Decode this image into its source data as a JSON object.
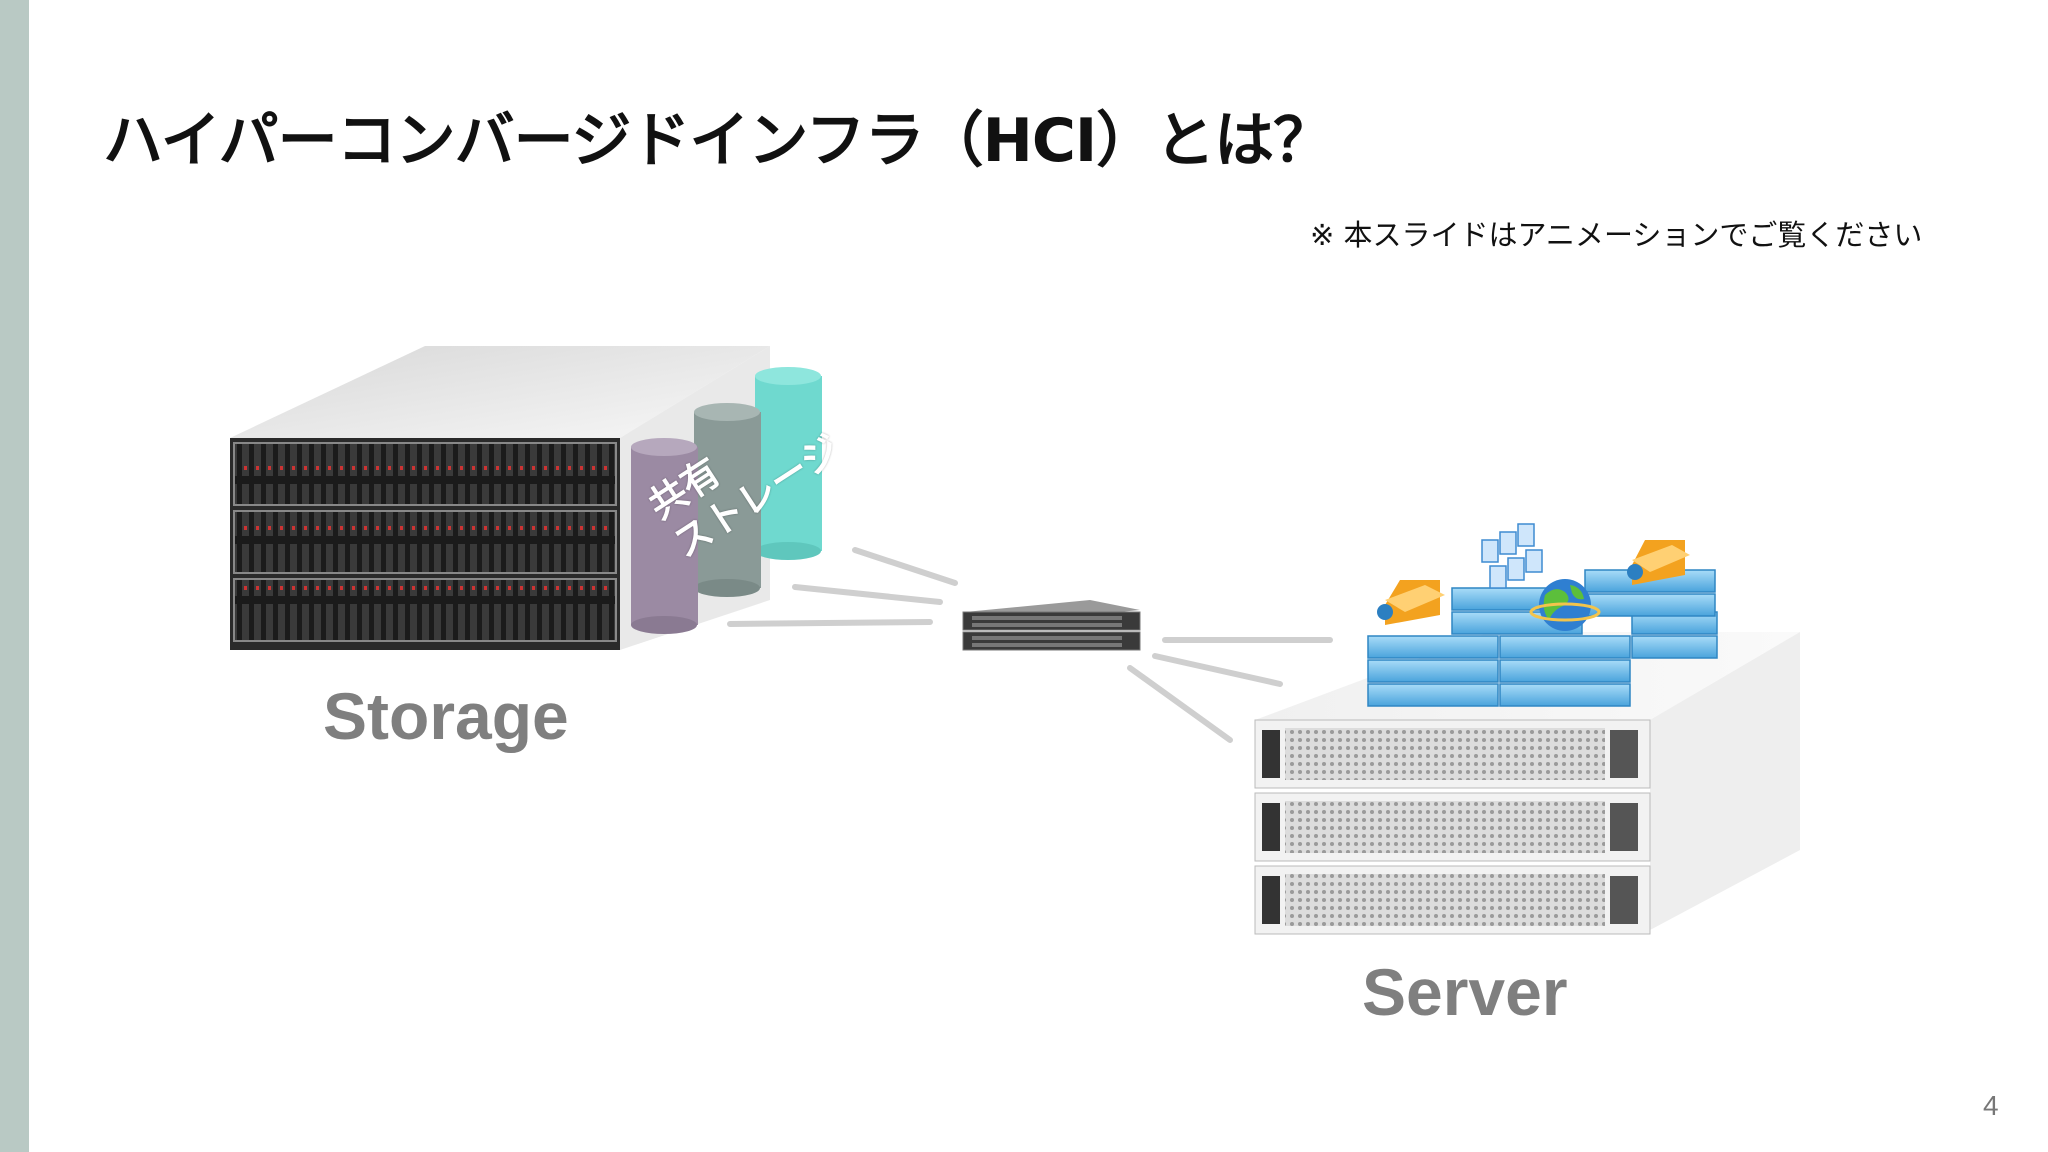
{
  "slide": {
    "title": "ハイパーコンバージドインフラ（HCI）とは？",
    "note": "※ 本スライドはアニメーションでご覧ください",
    "page_number": "4"
  },
  "diagram": {
    "storage_label": "Storage",
    "server_label": "Server",
    "shared_storage_line1": "共有",
    "shared_storage_line2": "ストレージ"
  },
  "colors": {
    "side_bar": "#b9c9c4",
    "label_gray": "#7f7f7f",
    "cylinder_purple": "#9b8aa3",
    "cylinder_gray": "#8a9a97",
    "cylinder_cyan": "#6fd9cf",
    "vm_blue": "#5aaee3"
  },
  "icons": [
    "storage-array-image",
    "network-switch-image",
    "server-stack-image",
    "folder-icon",
    "globe-icon",
    "document-icon"
  ]
}
